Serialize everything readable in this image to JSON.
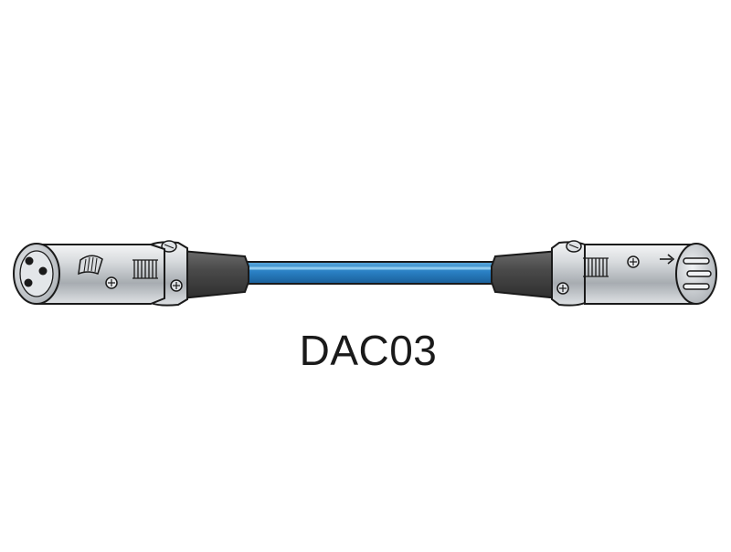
{
  "product": {
    "model": "DAC03"
  },
  "illustration": {
    "subject": "XLR cable",
    "left_end": "xlr-female-connector",
    "right_end": "xlr-male-connector",
    "colors": {
      "cable": "#2a80c4",
      "cable_highlight": "#7cc0ea",
      "boot": "#4a4a4a",
      "metal": "#c9cdd1",
      "metal_light": "#eef0f2",
      "outline": "#1a1a1a"
    }
  }
}
